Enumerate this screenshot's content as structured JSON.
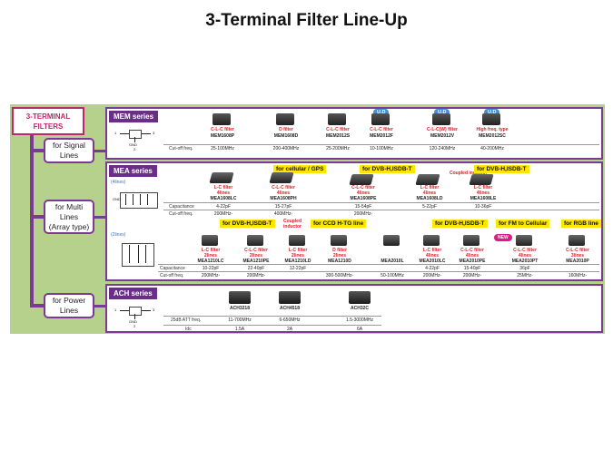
{
  "title": "3-Terminal Filter Line-Up",
  "header": {
    "line1": "3-TERMINAL",
    "line2": "FILTERS"
  },
  "categories": {
    "signal": {
      "line1": "for Signal",
      "line2": "Lines"
    },
    "multi": {
      "line1": "for Multi",
      "line2": "Lines",
      "line3": "(Array type)"
    },
    "power": {
      "line1": "for Power",
      "line2": "Lines"
    }
  },
  "mem": {
    "title": "MEM series",
    "gnd": "GND",
    "pin1": "1",
    "pin2": "2",
    "pin3": "3",
    "row_label": "Cut-off freq.",
    "products": [
      {
        "type": "C-L-C filter",
        "name": "MEM1608P",
        "freq": "25-100MHz"
      },
      {
        "type": "D filter",
        "name": "MEM1608D",
        "freq": "200-400MHz"
      },
      {
        "type": "C-L-C filter",
        "name": "MEM2012S",
        "freq": "25-200MHz"
      },
      {
        "type": "C-L-C filter",
        "name": "MEM2012F",
        "freq": "10-100MHz",
        "badge": "U.D"
      },
      {
        "type": "C-L-C(W) filter",
        "name": "MEM2012V",
        "freq": "120-240MHz",
        "badge": "U.D"
      },
      {
        "type": "High freq. type",
        "name": "MEM2012SC",
        "freq": "40-200MHz",
        "badge": "U.D"
      }
    ]
  },
  "mea": {
    "title": "MEA series",
    "lines4": "(4lines)",
    "lines2": "(2lines)",
    "gnd": "GND",
    "row_cap": "Capacitance",
    "row_cut": "Cut-off freq.",
    "tags_top": [
      "for cellular /",
      "GPS",
      "for DVB-H,ISDB-T",
      "for DVB-H,ISDB-T"
    ],
    "coupled_inductor_top": "Coupled inductor",
    "top_products": [
      {
        "type": "L-C filter",
        "lines": "4lines",
        "name": "MEA1608LC",
        "cap": "4-22pF",
        "cut": "200MHz-"
      },
      {
        "type": "C-L-C filter",
        "lines": "4lines",
        "name": "MEA1608PH",
        "cap": "15-27pF",
        "cut": "400MHz-"
      },
      {
        "type": "C-L-C filter",
        "lines": "4lines",
        "name": "MEA1608PE",
        "cap": "15-54pF",
        "cut": "200MHz-"
      },
      {
        "type": "L-C filter",
        "lines": "4lines",
        "name": "MEA1608LD",
        "cap": "5-22pF",
        "cut": ""
      },
      {
        "type": "L-C filter",
        "lines": "4lines",
        "name": "MEA1608LE",
        "cap": "10-36pF",
        "cut": ""
      }
    ],
    "tags_bottom": [
      "for DVB-H,ISDB-T",
      "Coupled",
      "inductor",
      "for CCD H-TG line",
      "for DVB-H,ISDB-T",
      "for FM to Cellular",
      "for RGB line"
    ],
    "new_badge": "NEW",
    "bottom_products": [
      {
        "type": "L-C filter",
        "lines": "2lines",
        "name": "MEA1210LC",
        "cap": "10-22pF",
        "cut": "200MHz-"
      },
      {
        "type": "C-L-C filter",
        "lines": "2lines",
        "name": "MEA1210PE",
        "cap": "22-40pF",
        "cut": "200MHz-"
      },
      {
        "type": "L-C filter",
        "lines": "2lines",
        "name": "MEA1210LD",
        "cap": "12-22pF",
        "cut": ""
      },
      {
        "type": "D filter",
        "lines": "2lines",
        "name": "MEA1210D",
        "cap": "",
        "cut": "300-500MHz-"
      },
      {
        "type": "",
        "lines": "",
        "name": "MEA2010L",
        "cap": "",
        "cut": "50-100MHz"
      },
      {
        "type": "L-C filter",
        "lines": "4lines",
        "name": "MEA2010LC",
        "cap": "4-22pF",
        "cut": "200MHz-"
      },
      {
        "type": "C-L-C filter",
        "lines": "4lines",
        "name": "MEA2010PE",
        "cap": "15-40pF",
        "cut": "200MHz-"
      },
      {
        "type": "C-L-C filter",
        "lines": "4lines",
        "name": "MEA2010PT",
        "cap": "36pF",
        "cut": "25MHz-"
      },
      {
        "type": "C-L-C filter",
        "lines": "3lines",
        "name": "MEA2010P",
        "cap": "",
        "cut": "160MHz-"
      }
    ]
  },
  "ach": {
    "title": "ACH series",
    "gnd": "GND",
    "pin1": "1",
    "pin2": "2",
    "pin3": "3",
    "row_att": "25dB ATT freq.",
    "row_idc": "Idc",
    "products": [
      {
        "name": "ACH3218",
        "att": "11-700MHz",
        "idc": "1.5A"
      },
      {
        "name": "ACH4518",
        "att": "6-650MHz",
        "idc": "2A"
      },
      {
        "name": "ACH32C",
        "att": "1.5-3000MHz",
        "idc": "6A"
      }
    ]
  },
  "colors": {
    "panel": "#b6d18c",
    "accent": "#7b3a93",
    "header": "#c0266c",
    "tag": "#ffe600",
    "red": "#e01b23",
    "ud": "#3f8fd6"
  }
}
